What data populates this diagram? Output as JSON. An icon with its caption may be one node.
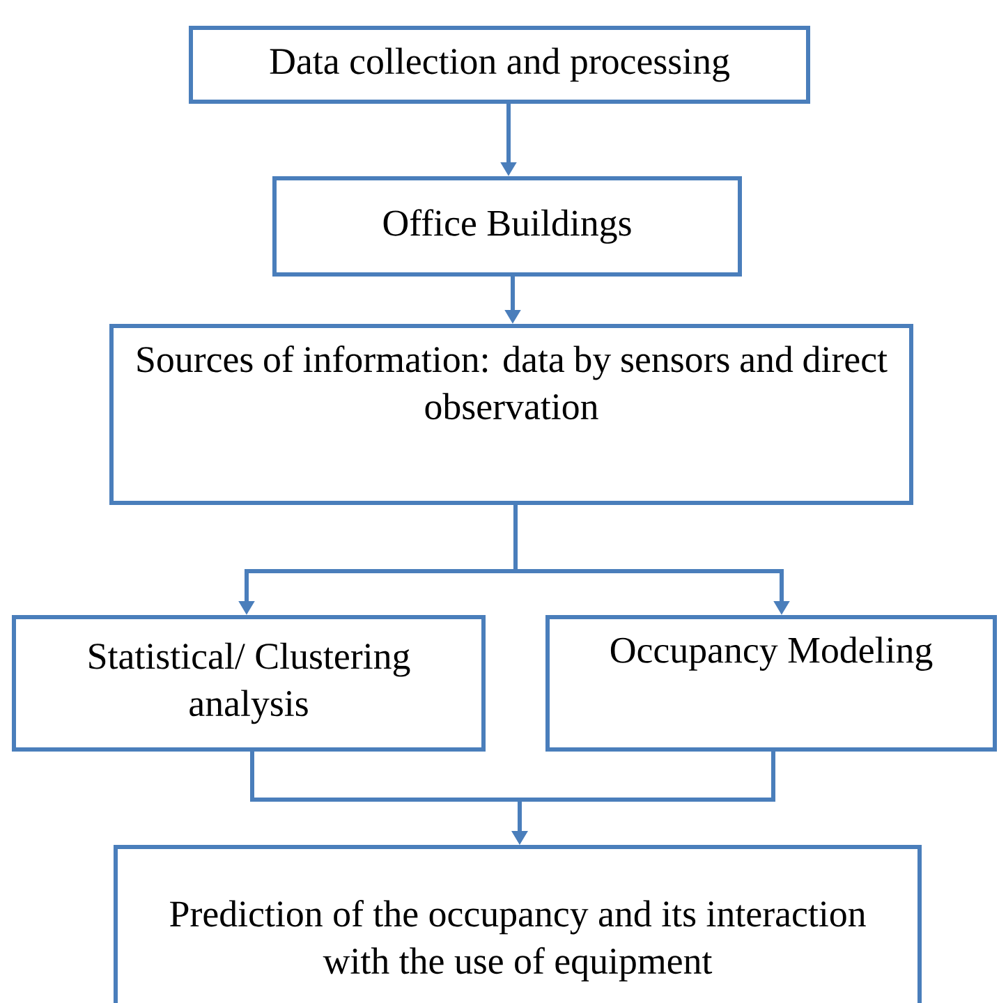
{
  "diagram": {
    "nodes": [
      {
        "text": [
          "Data collection and processing"
        ]
      },
      {
        "text": [
          "Office Buildings"
        ]
      },
      {
        "text": [
          "Sources of information: data by sensors and direct observation"
        ]
      },
      {
        "text": [
          "Statistical/ Clustering analysis"
        ]
      },
      {
        "text": [
          "Occupancy Modeling"
        ]
      },
      {
        "text": [
          "Prediction of the occupancy and its interaction with the use of equipment"
        ]
      }
    ],
    "edges": [
      {
        "from": 0,
        "to": 1,
        "arrow": "to"
      },
      {
        "from": 1,
        "to": 2,
        "arrow": "to"
      },
      {
        "from": 2,
        "to": 3,
        "arrow": "to"
      },
      {
        "from": 2,
        "to": 4,
        "arrow": "to"
      },
      {
        "from": 3,
        "to": 5,
        "arrow": "to"
      },
      {
        "from": 4,
        "to": 5,
        "arrow": "to"
      }
    ]
  }
}
